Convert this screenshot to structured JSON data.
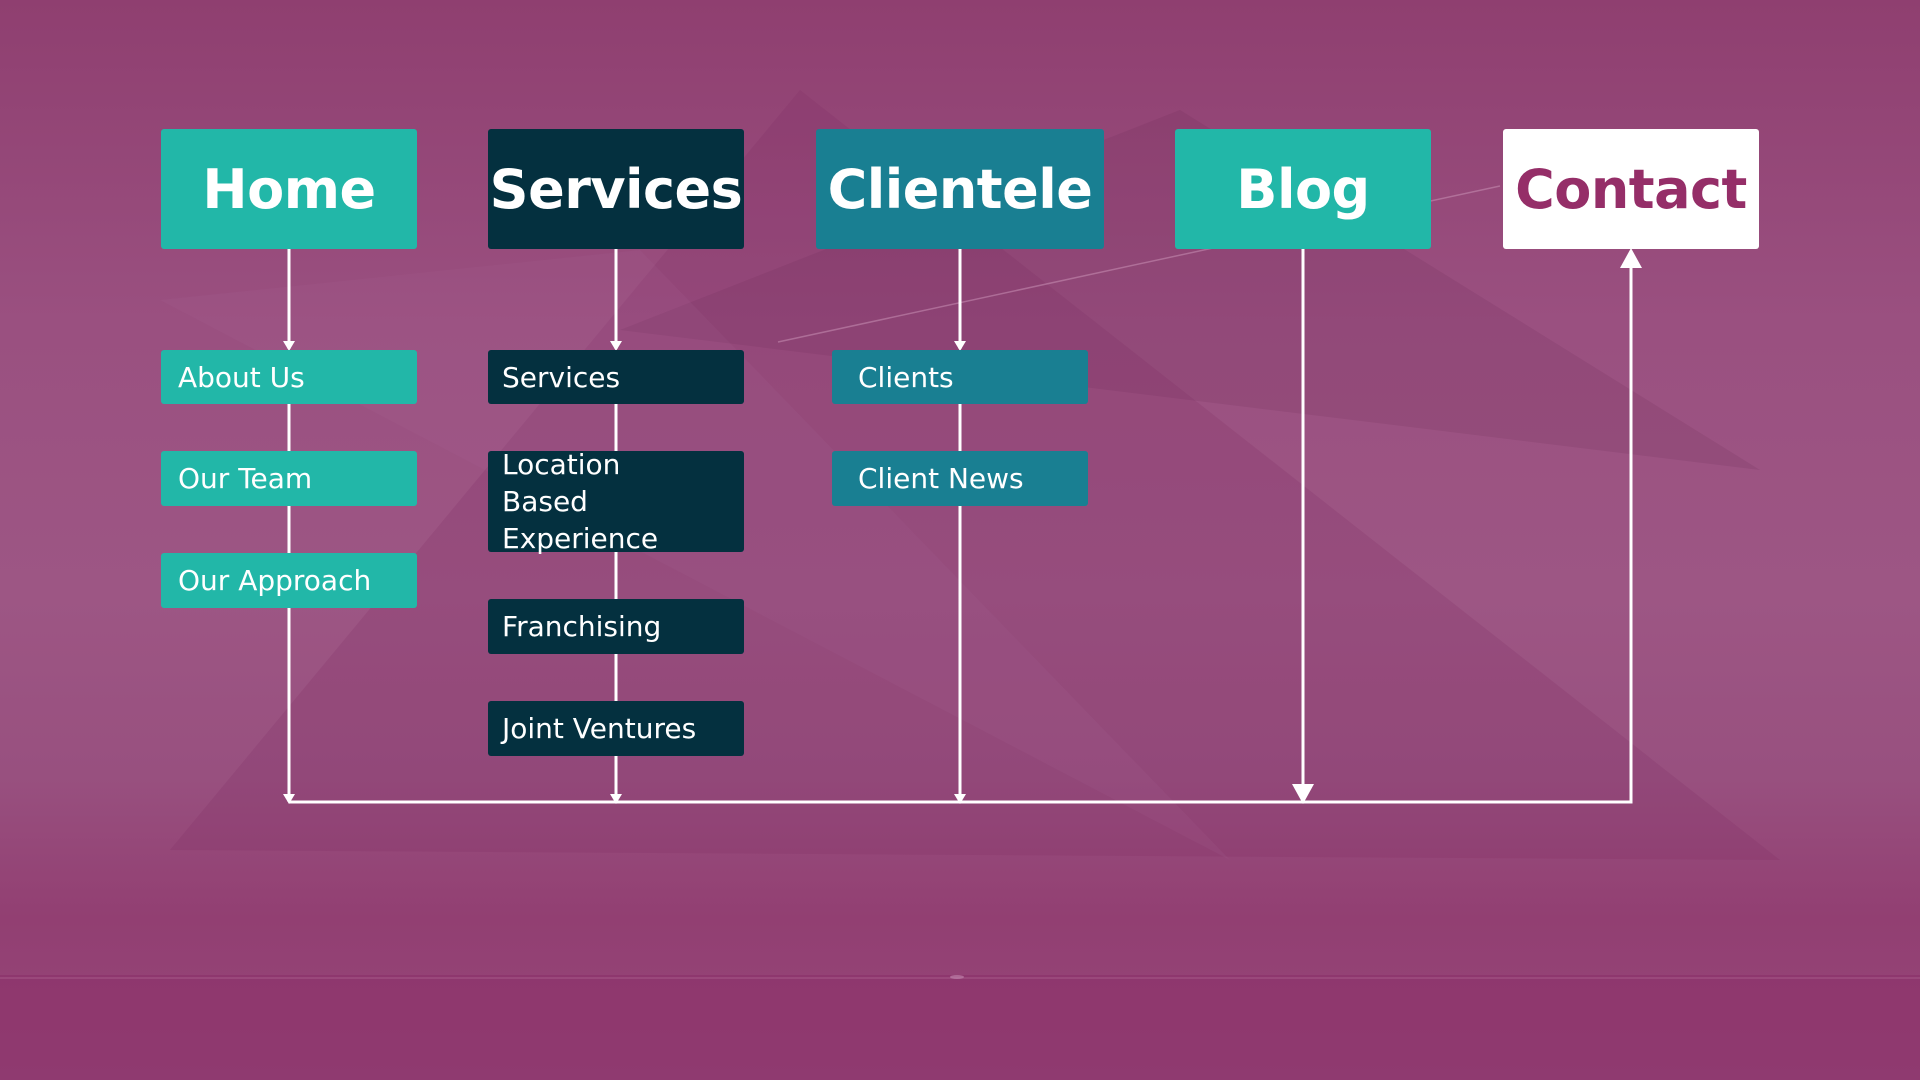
{
  "colors": {
    "teal": "#22b7a8",
    "navy": "#04303f",
    "ocean": "#197f92",
    "contact_text": "#952e68",
    "background": "#9a5080",
    "connector": "#ffffff"
  },
  "nav": {
    "home": {
      "label": "Home",
      "children": [
        "About Us",
        "Our Team",
        "Our Approach"
      ]
    },
    "services": {
      "label": "Services",
      "children": [
        "Services",
        "Location",
        "Based Experience",
        "Franchising",
        "Joint Ventures"
      ]
    },
    "clientele": {
      "label": "Clientele",
      "children": [
        "Clients",
        "Client News"
      ]
    },
    "blog": {
      "label": "Blog"
    },
    "contact": {
      "label": "Contact"
    }
  }
}
